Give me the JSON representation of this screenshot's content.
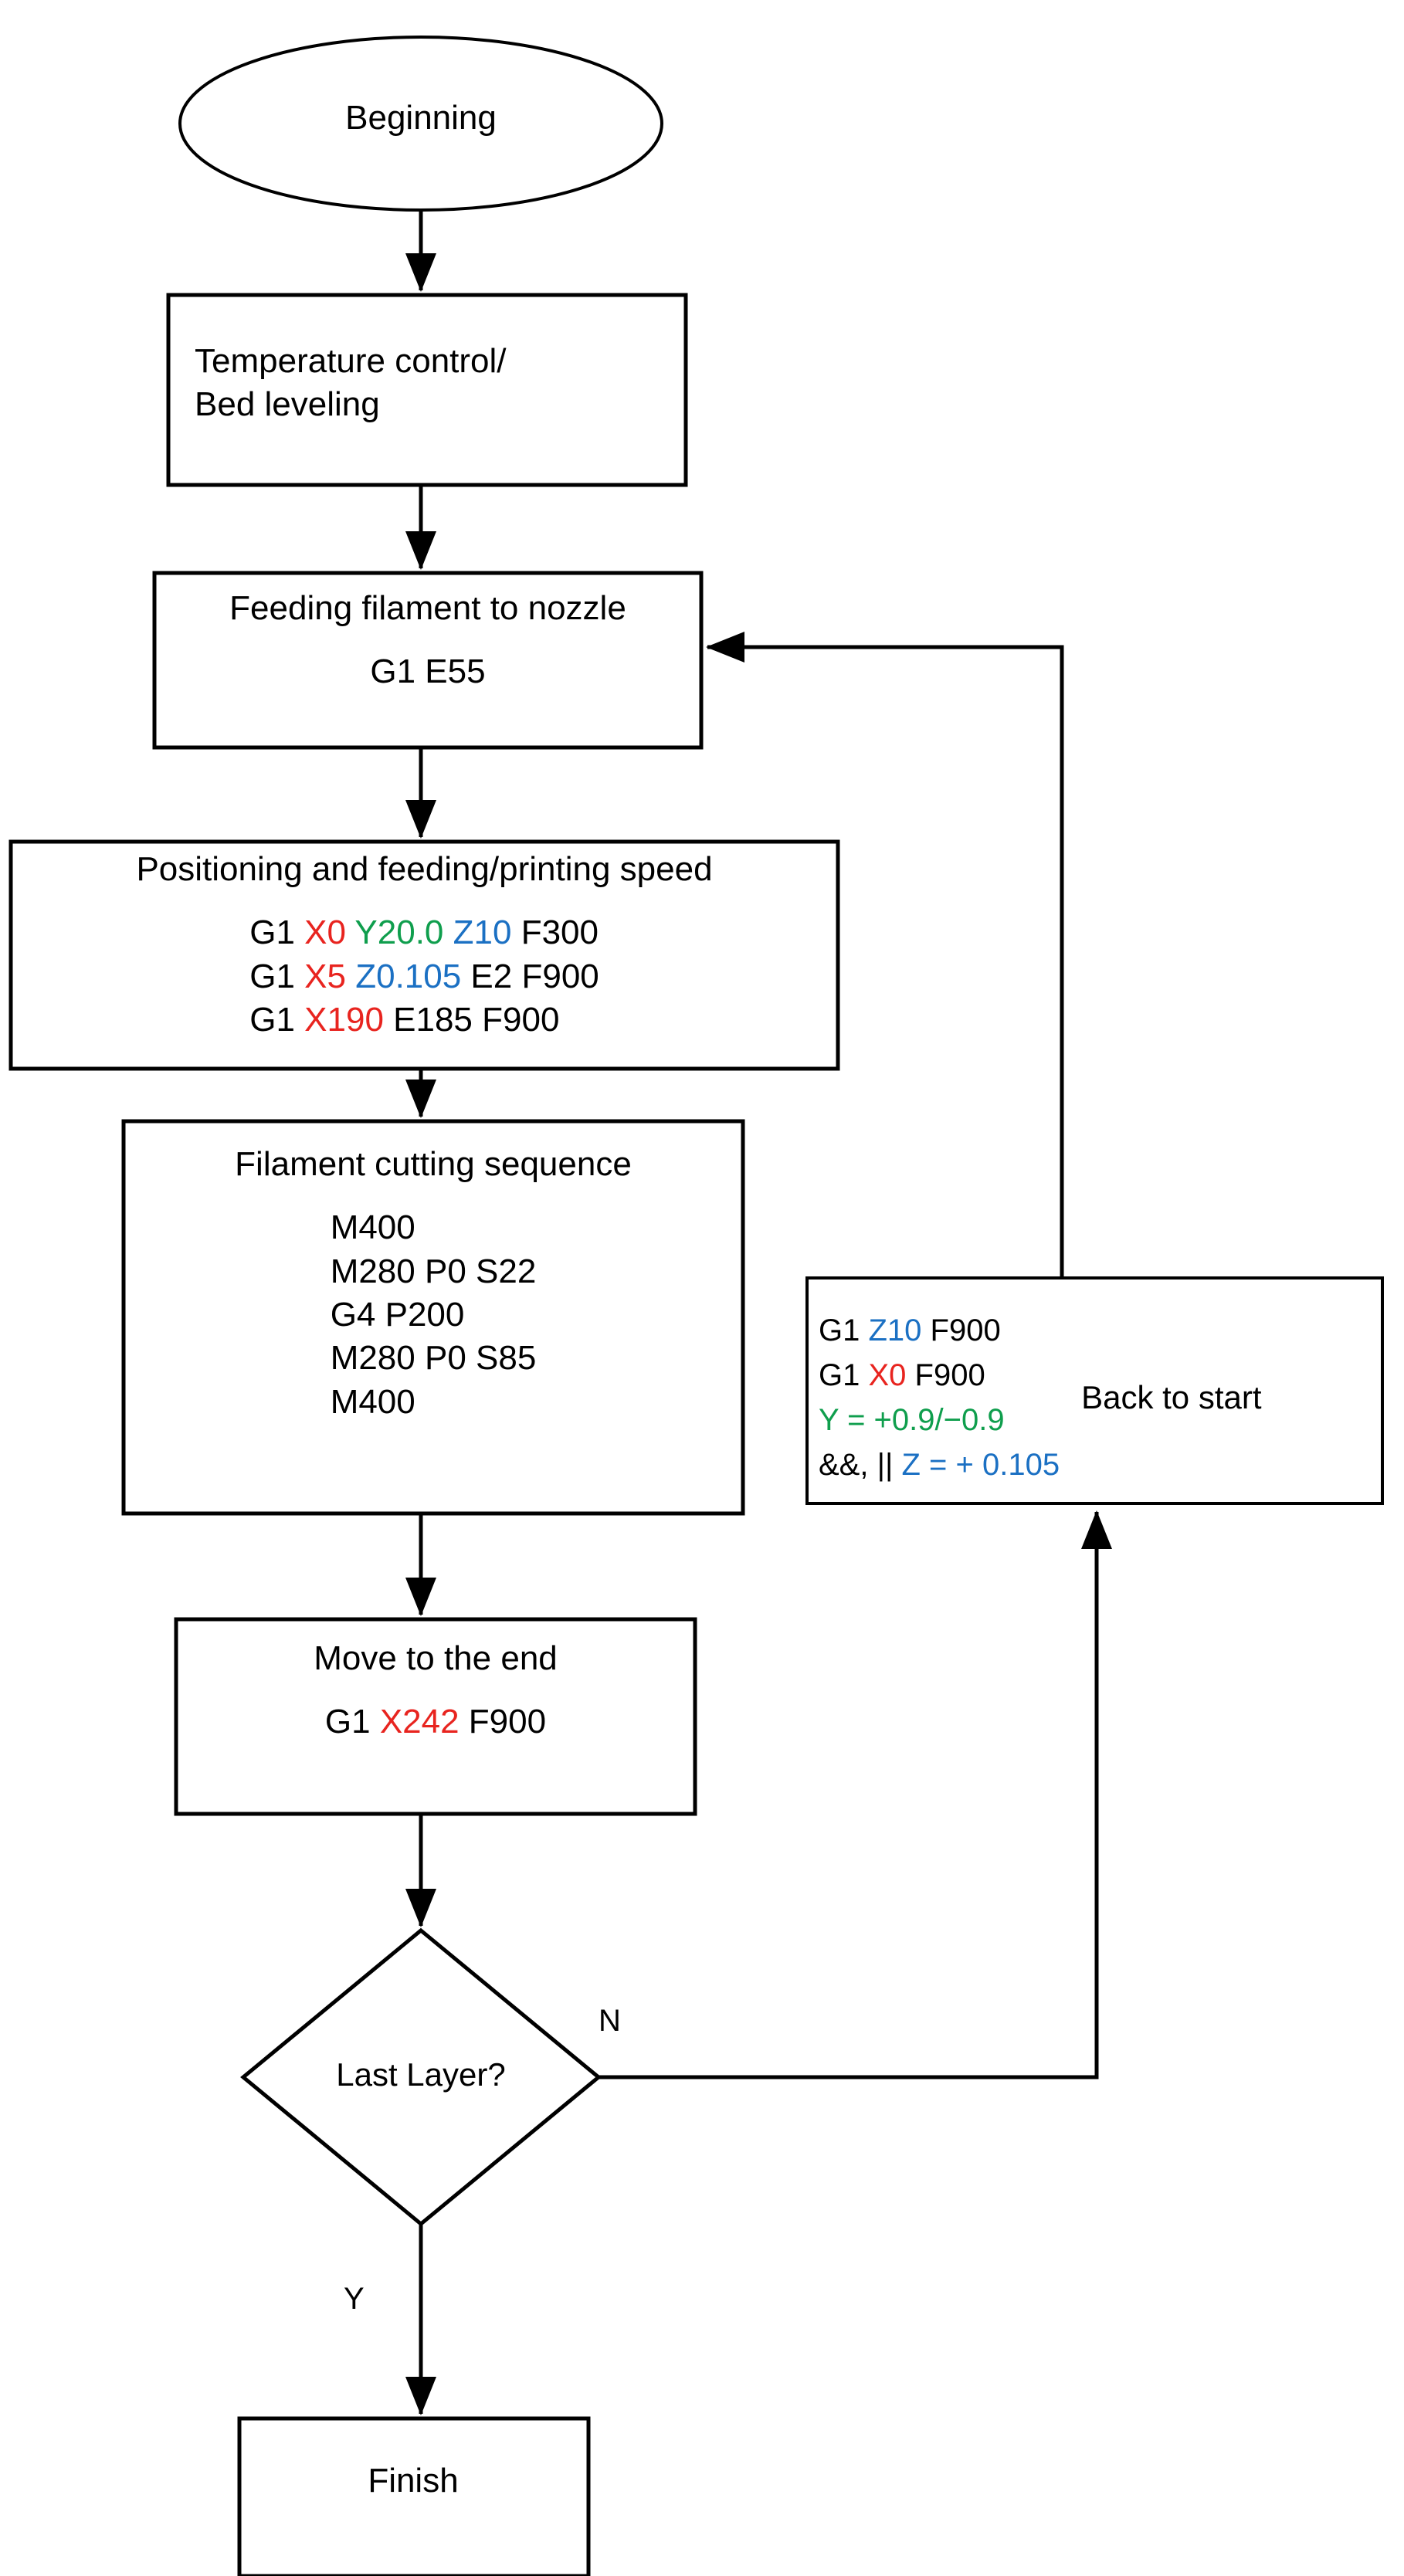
{
  "diagram": {
    "type": "flowchart",
    "title": "3D printing G-code process flowchart",
    "colors": {
      "x_axis": "#e8241f",
      "y_axis": "#0f9e4d",
      "z_axis": "#1b70c3",
      "stroke": "#000000",
      "background": "#ffffff"
    },
    "nodes": {
      "beginning": {
        "shape": "ellipse",
        "label": "Beginning"
      },
      "temperature": {
        "shape": "rectangle",
        "line1": "Temperature control/",
        "line2": "Bed leveling"
      },
      "feeding": {
        "shape": "rectangle",
        "title": "Feeding filament to nozzle",
        "code": "G1  E55"
      },
      "positioning": {
        "shape": "rectangle",
        "title": "Positioning and feeding/printing speed",
        "code_lines": [
          {
            "prefix": "G1 ",
            "x": "X0",
            "y": "Y20.0",
            "z": "Z10",
            "suffix": " F300"
          },
          {
            "prefix": "G1 ",
            "x": "X5",
            "z": "Z0.105",
            "suffix": " E2 F900"
          },
          {
            "prefix": "G1 ",
            "x": "X190",
            "suffix": " E185 F900"
          }
        ]
      },
      "cutting": {
        "shape": "rectangle",
        "title": "Filament cutting sequence",
        "code_lines": [
          "M400",
          "M280 P0 S22",
          "G4 P200",
          "M280 P0 S85",
          "M400"
        ]
      },
      "back_to_start": {
        "shape": "rectangle",
        "caption": "Back to start",
        "code_lines": [
          {
            "prefix": "G1 ",
            "z": "Z10",
            "suffix": " F900"
          },
          {
            "prefix": "G1 ",
            "x": "X0",
            "suffix": " F900"
          },
          {
            "y": "Y = +0.9/−0.9"
          },
          {
            "prefix": "&&, || ",
            "z": "Z = + 0.105"
          }
        ]
      },
      "move_end": {
        "shape": "rectangle",
        "title": "Move to the end",
        "code_prefix": "G1 ",
        "code_x": "X242",
        "code_suffix": " F900"
      },
      "last_layer": {
        "shape": "diamond",
        "label": "Last Layer?"
      },
      "finish": {
        "shape": "rectangle",
        "label": "Finish"
      }
    },
    "edge_labels": {
      "no": "N",
      "yes": "Y"
    }
  }
}
